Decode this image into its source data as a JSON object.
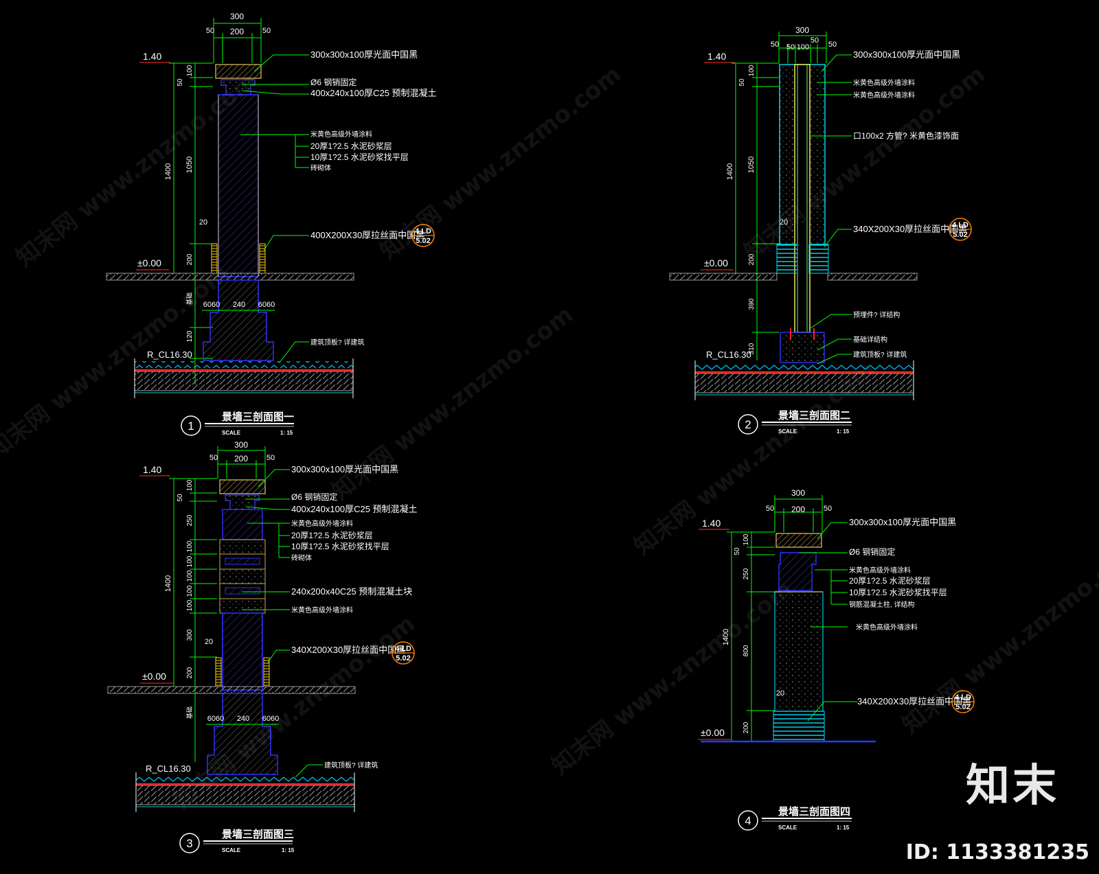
{
  "watermark": {
    "text": "知末网 www.znzmo.com"
  },
  "brand": {
    "logo": "知末",
    "id": "ID: 1133381235"
  },
  "labels": {
    "top_level": "1.40",
    "ground_level": "±0.00",
    "base_ref": "R_CL16.30",
    "cap_stone": "300x300x100厚光面中国黑",
    "rebar_fix": "Ø6 钢销固定",
    "precast_block": "400x240x100厚C25 预制混凝土",
    "paint": "米黄色高级外墙涂料",
    "mortar_20": "20厚1?2.5 水泥砂浆层",
    "mortar_10": "10厚1?2.5 水泥砂浆找平层",
    "brick": "砖砌体",
    "base_stone_1": "400X200X30厚拉丝面中国黑",
    "base_stone_340": "340X200X30厚拉丝面中国黑",
    "roof_slab": "建筑顶板? 详建筑",
    "tube": "口100x2 方管? 米黄色漆饰面",
    "embed": "预埋件? 详结构",
    "foundation": "基础详结构",
    "block_240": "240x200x40C25 预制混凝土块",
    "rc_column": "钢筋混凝土柱, 详结构",
    "ld_top": "4 LD",
    "ld_bottom": "5.02"
  },
  "dims": {
    "w300": "300",
    "w200": "200",
    "w50": "50",
    "w100": "100",
    "w240": "240",
    "w6060": "6060",
    "h100": "100",
    "h50": "50",
    "h1400": "1400",
    "h1050": "1050",
    "h200": "200",
    "h20": "20",
    "h120": "120",
    "h390": "390",
    "h310": "310",
    "h250": "250",
    "h300": "300",
    "h800": "800",
    "pile": "基础"
  },
  "titles": [
    {
      "num": "1",
      "title": "景墙三剖面图一",
      "scale_label": "SCALE",
      "scale": "1: 15"
    },
    {
      "num": "2",
      "title": "景墙三剖面图二",
      "scale_label": "SCALE",
      "scale": "1: 15"
    },
    {
      "num": "3",
      "title": "景墙三剖面图三",
      "scale_label": "SCALE",
      "scale": "1: 15"
    },
    {
      "num": "4",
      "title": "景墙三剖面图四",
      "scale_label": "SCALE",
      "scale": "1: 15"
    }
  ],
  "colors": {
    "dim": "#00ff00",
    "hatch": "#3b3bff",
    "cap": "#c8a85a",
    "cyan": "#00ffff",
    "red": "#ff2020",
    "yellow": "#ffff00",
    "orange": "#ff7f00",
    "text": "#ffffff",
    "ground": "#9a9a9a",
    "label": "#e0e0e0"
  }
}
